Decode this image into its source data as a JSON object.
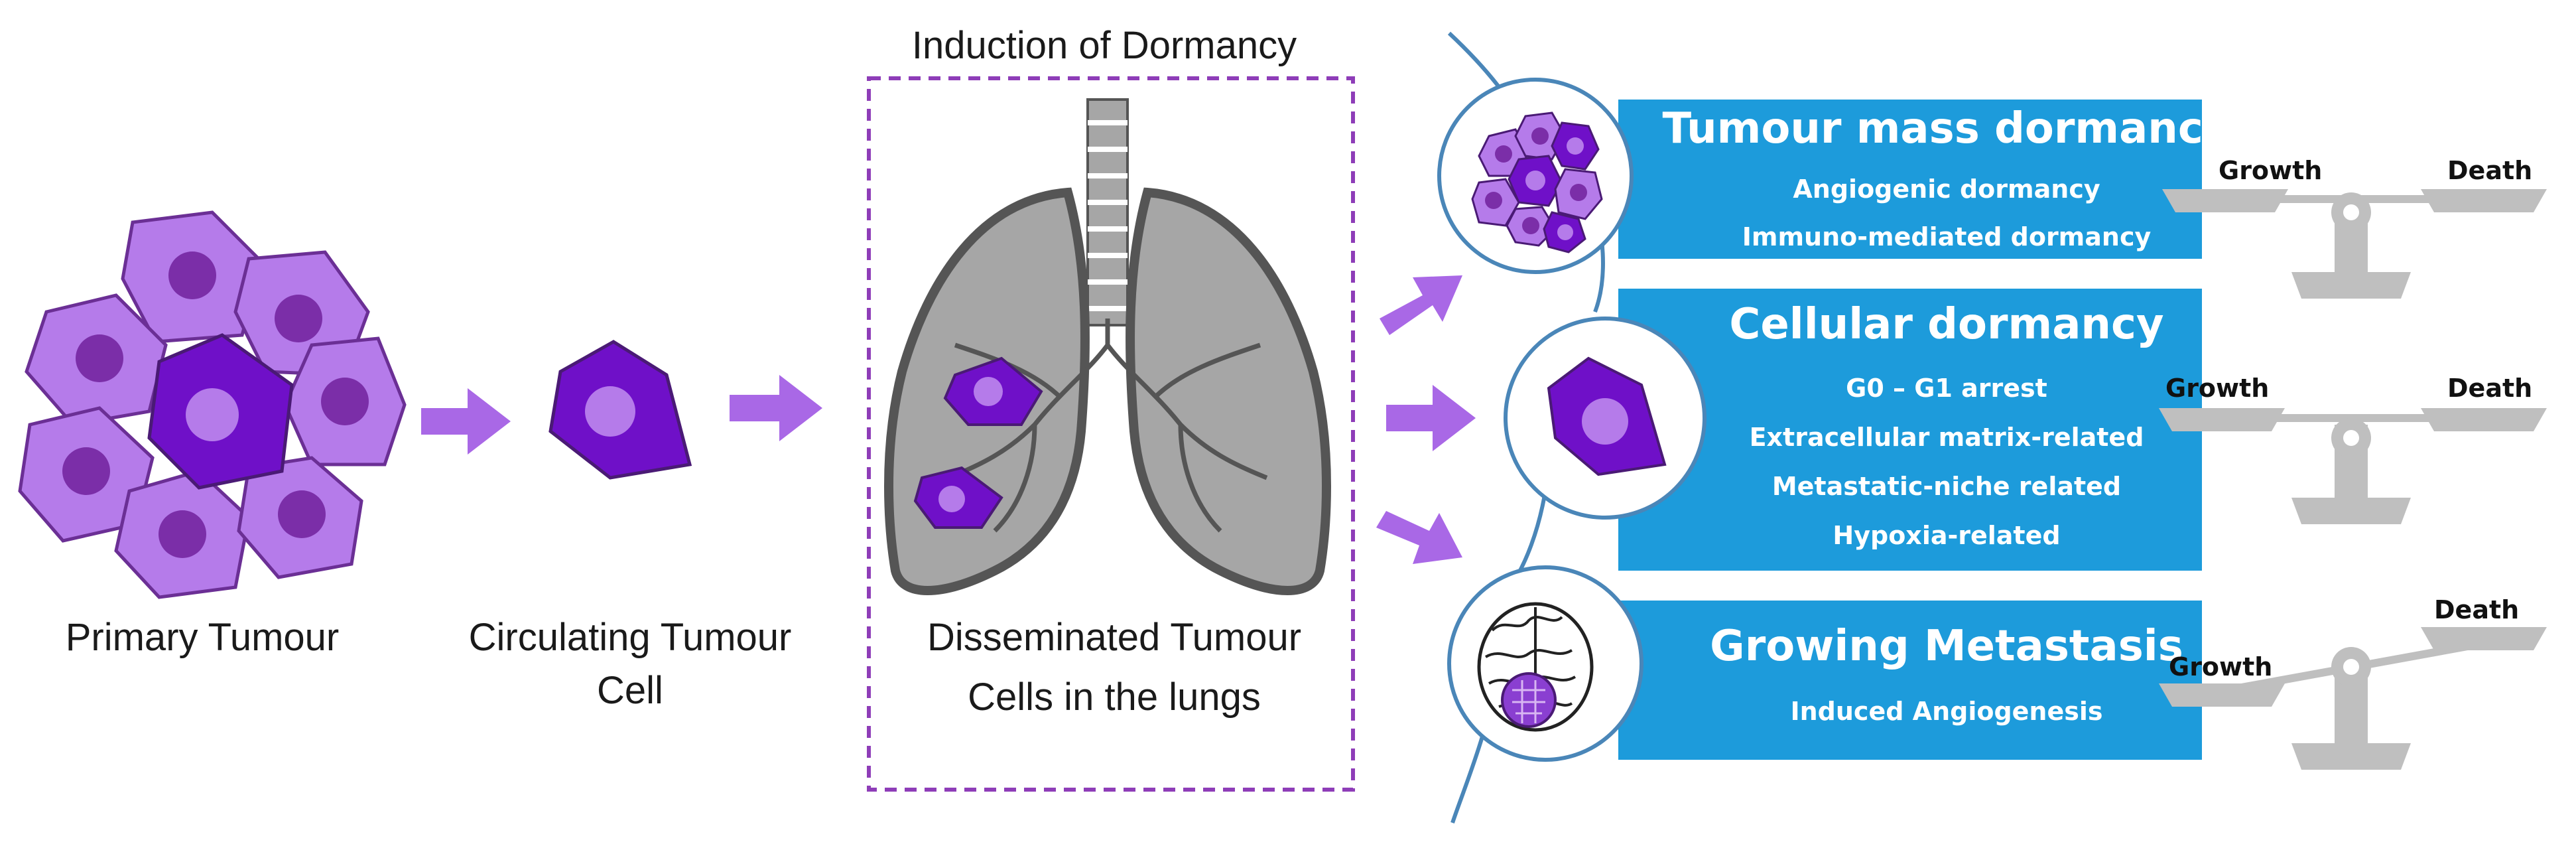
{
  "stages": {
    "primary_tumour": "Primary Tumour",
    "circulating_line1": "Circulating Tumour",
    "circulating_line2": "Cell",
    "disseminated_line1": "Disseminated Tumour",
    "disseminated_line2": "Cells in the lungs",
    "induction_title": "Induction of Dormancy"
  },
  "outcomes": [
    {
      "title": "Tumour mass dormancy",
      "items": [
        "Angiogenic dormancy",
        "Immuno-mediated dormancy"
      ],
      "scale": {
        "left": "Growth",
        "right": "Death",
        "heavier": "balanced"
      }
    },
    {
      "title": "Cellular dormancy",
      "items": [
        "G0 – G1 arrest",
        "Extracellular matrix-related",
        "Metastatic-niche related",
        "Hypoxia-related"
      ],
      "scale": {
        "left": "Growth",
        "right": "Death",
        "heavier": "balanced"
      }
    },
    {
      "title": "Growing Metastasis",
      "items": [
        "Induced Angiogenesis"
      ],
      "scale": {
        "left": "Growth",
        "right": "Death",
        "heavier": "left"
      }
    }
  ],
  "colors": {
    "cell_light": "#B57BEA",
    "cell_nucleus": "#7B2EA8",
    "cell_dark": "#6F10C8",
    "arrow": "#A968E6",
    "box_blue": "#1D9BDB",
    "lung_gray": "#A6A6A6",
    "dashed_border": "#8E3DB8",
    "scale_gray": "#BFBFBF"
  }
}
